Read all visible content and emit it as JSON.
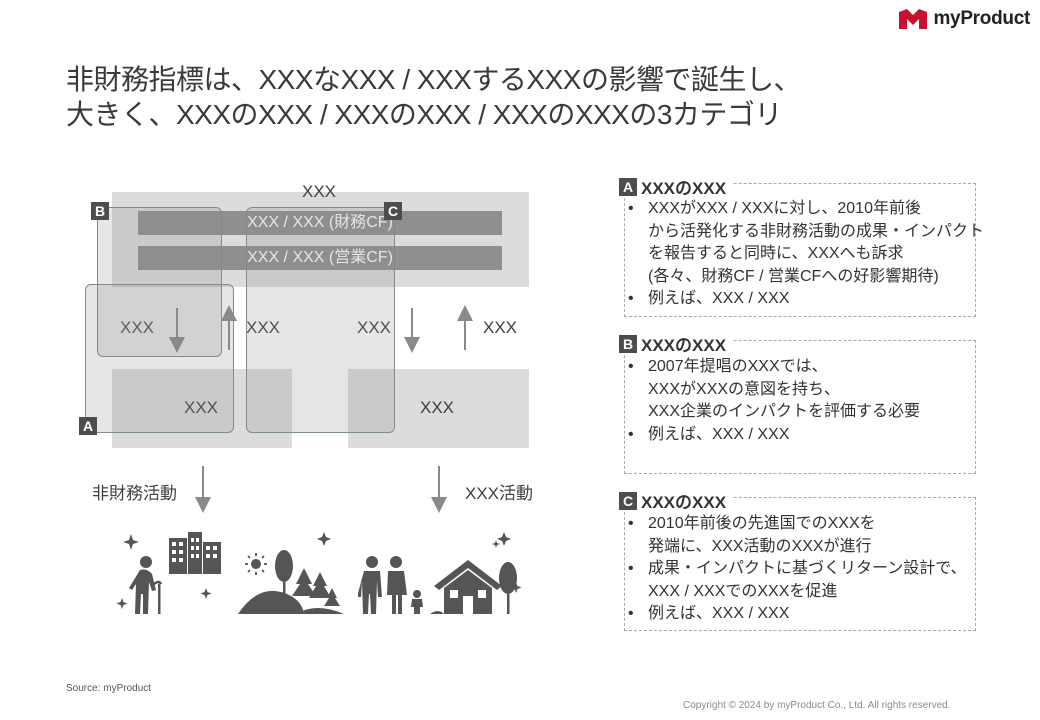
{
  "brand": {
    "name": "myProduct",
    "color": "#c41230"
  },
  "title": {
    "line1": "非財務指標は、XXXなXXX / XXXするXXXの影響で誕生し、",
    "line2": "大きく、XXXのXXX / XXXのXXX / XXXのXXXの3カテゴリ"
  },
  "diagram": {
    "top_label": "XXX",
    "bar1": "XXX / XXX (財務CF)",
    "bar2": "XXX / XXX (営業CF)",
    "mid_left_1": "XXX",
    "mid_left_2": "XXX",
    "mid_right_1": "XXX",
    "mid_right_2": "XXX",
    "bottom_left": "XXX",
    "bottom_right": "XXX",
    "tag_a": "A",
    "tag_b": "B",
    "tag_c": "C",
    "activity_left": "非財務活動",
    "activity_right": "XXX活動"
  },
  "panels": [
    {
      "tag": "A",
      "title": "XXXのXXX",
      "bullets": [
        [
          "XXXがXXX / XXXに対し、2010年前後",
          "から活発化する非財務活動の成果・インパクト",
          "を報告すると同時に、XXXへも訴求",
          "(各々、財務CF / 営業CFへの好影響期待)"
        ],
        [
          "例えば、XXX / XXX"
        ]
      ]
    },
    {
      "tag": "B",
      "title": "XXXのXXX",
      "bullets": [
        [
          "2007年提唱のXXXでは、",
          "XXXがXXXの意図を持ち、",
          "XXX企業のインパクトを評価する必要"
        ],
        [
          "例えば、XXX / XXX"
        ]
      ]
    },
    {
      "tag": "C",
      "title": "XXXのXXX",
      "bullets": [
        [
          "2010年前後の先進国でのXXXを",
          "発端に、XXX活動のXXXが進行"
        ],
        [
          "成果・インパクトに基づくリターン設計で、",
          "XXX / XXXでのXXXを促進"
        ],
        [
          "例えば、XXX / XXX"
        ]
      ]
    }
  ],
  "icons": [
    "elderly-person-city-icon",
    "nature-landscape-icon",
    "family-icon",
    "house-icon"
  ],
  "footer": {
    "source": "Source: myProduct",
    "copyright": "Copyright © 2024 by myProduct Co., Ltd.  All rights reserved."
  }
}
